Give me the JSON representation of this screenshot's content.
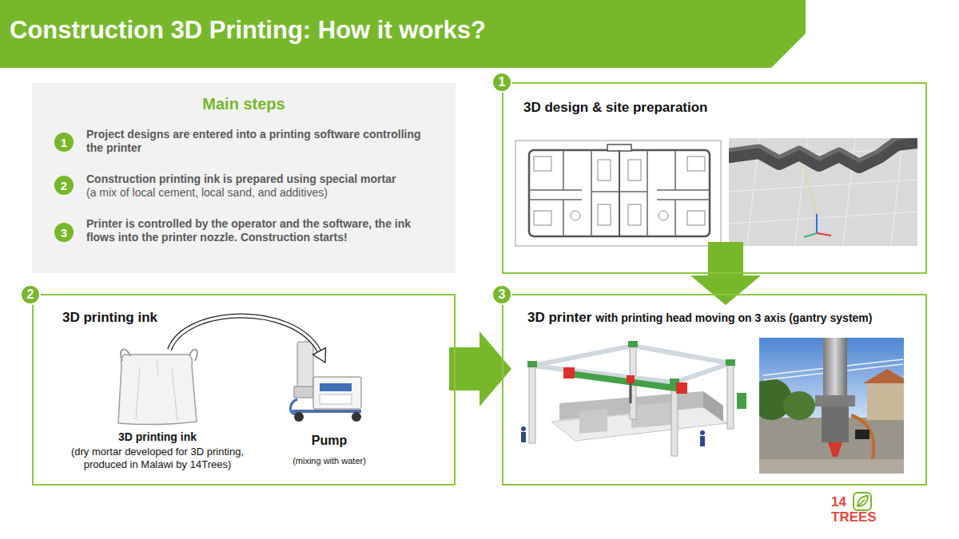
{
  "diagram": {
    "title": "Construction 3D Printing: How it works?",
    "nodes": [
      {
        "text": [
          "Main steps",
          "Project designs are entered into a printing software controlling the printer",
          "Construction printing ink is prepared using special mortar",
          "(a mix of local cement, local sand, and additives)",
          "Printer is controlled by the operator and the software, the ink flows into the printer nozzle. Construction starts!"
        ]
      },
      {
        "text": [
          "3D design & site preparation"
        ]
      },
      {
        "text": [
          "3D printing ink"
        ]
      },
      {
        "text": [
          "3D printing ink",
          "(dry mortar developed for 3D printing, produced in Malawi by 14Trees)"
        ],
        "in": 2
      },
      {
        "text": [
          "Pump",
          "(mixing with water)"
        ],
        "in": 2
      },
      {
        "text": [
          "3D printer",
          "with printing head moving on 3 axis (gantry system)"
        ]
      }
    ],
    "edges": [
      {
        "from": 1,
        "to": 5,
        "arrow": "to"
      },
      {
        "from": 2,
        "to": 5,
        "arrow": "to"
      },
      {
        "from": 3,
        "to": 4,
        "arrow": "to"
      }
    ],
    "labels": [
      "1",
      "2",
      "3",
      "1",
      "2",
      "3",
      "14",
      "TREES"
    ]
  }
}
